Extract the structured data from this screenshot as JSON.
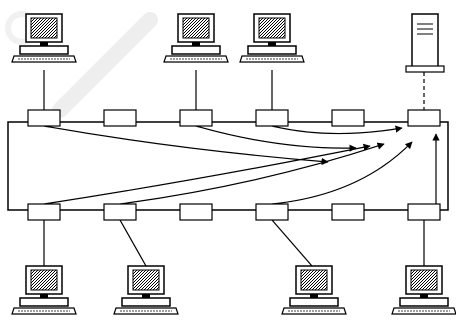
{
  "figure": {
    "kind": "network switch diagram",
    "top_nodes": [
      {
        "id": "pc-top-1",
        "type": "workstation"
      },
      {
        "id": "pc-top-2",
        "type": "workstation"
      },
      {
        "id": "pc-top-3",
        "type": "workstation"
      },
      {
        "id": "server",
        "type": "server"
      }
    ],
    "bottom_nodes": [
      {
        "id": "pc-bottom-1",
        "type": "workstation"
      },
      {
        "id": "pc-bottom-2",
        "type": "workstation"
      },
      {
        "id": "pc-bottom-3",
        "type": "workstation"
      },
      {
        "id": "pc-bottom-4",
        "type": "workstation"
      }
    ],
    "top_ports": 6,
    "bottom_ports": 6,
    "watermark_present": true,
    "colors": {
      "line": "#000000",
      "background": "#ffffff",
      "watermark": "#e6e6e6"
    }
  }
}
